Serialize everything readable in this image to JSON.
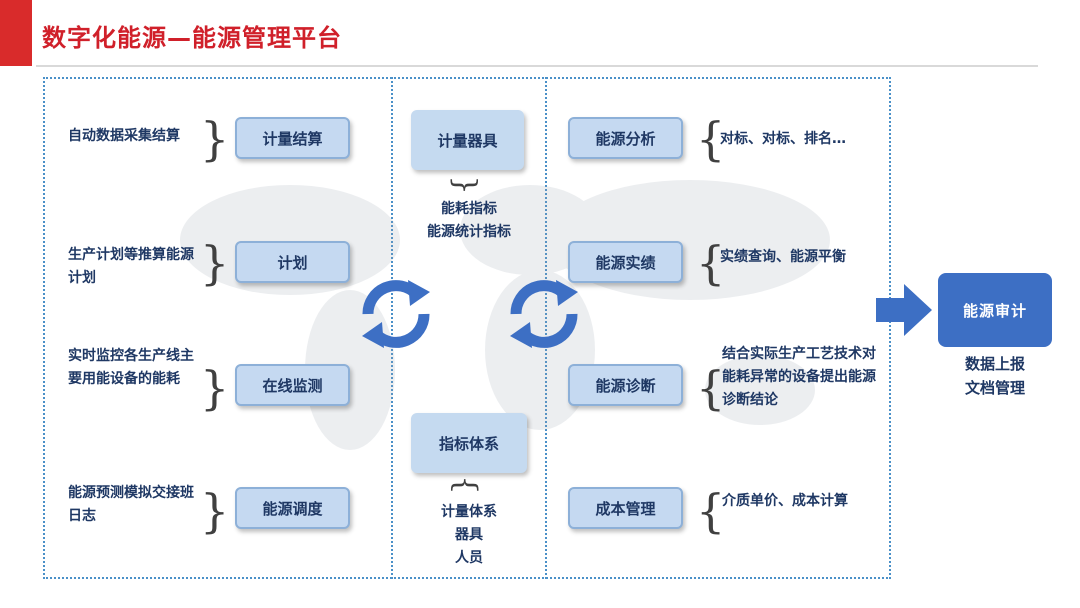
{
  "title": "数字化能源—能源管理平台",
  "left": {
    "notes": [
      "自动数据采集结算",
      "生产计划等推算能源计划",
      "实时监控各生产线主要用能设备的能耗",
      "能源预测模拟交接班日志"
    ],
    "boxes": [
      "计量结算",
      "计划",
      "在线监测",
      "能源调度"
    ]
  },
  "center": {
    "top_box": "计量器具",
    "top_lines": [
      "能耗指标",
      "能源统计指标"
    ],
    "bottom_box": "指标体系",
    "bottom_lines": [
      "计量体系",
      "器具",
      "人员"
    ]
  },
  "right": {
    "boxes": [
      "能源分析",
      "能源实绩",
      "能源诊断",
      "成本管理"
    ],
    "notes": [
      "对标、对标、排名…",
      "实绩查询、能源平衡",
      "结合实际生产工艺技术对能耗异常的设备提出能源诊断结论",
      "介质单价、成本计算"
    ]
  },
  "audit": {
    "label": "能源审计",
    "sub": [
      "数据上报",
      "文档管理"
    ]
  },
  "colors": {
    "title": "#d0202a",
    "accent": "#3d6fc4",
    "box_fill": "#c5d9f1"
  }
}
